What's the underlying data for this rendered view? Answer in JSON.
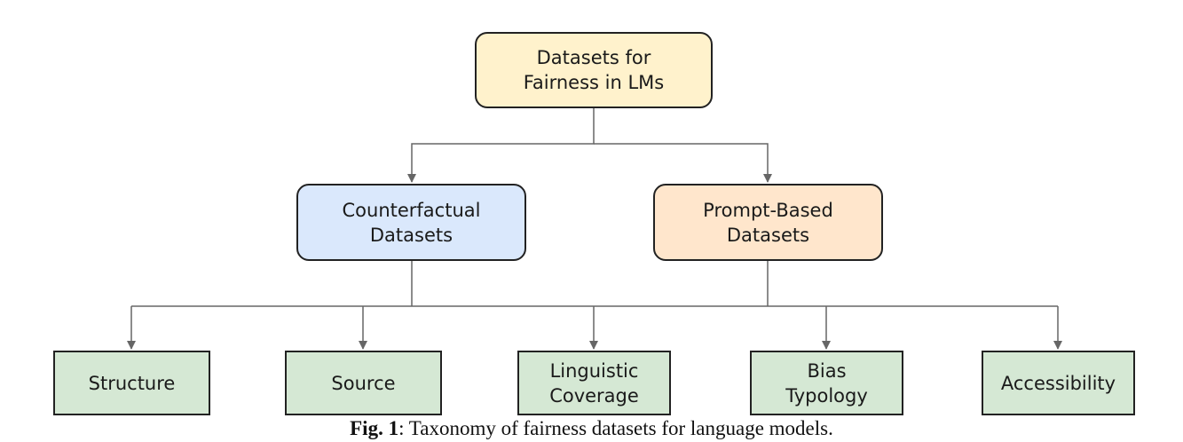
{
  "diagram": {
    "root": {
      "label": "Datasets for\nFairness in LMs",
      "fill": "#fff2cc"
    },
    "branches": [
      {
        "label": "Counterfactual\nDatasets",
        "fill": "#dae8fc"
      },
      {
        "label": "Prompt-Based\nDatasets",
        "fill": "#ffe6cc"
      }
    ],
    "leaves": [
      {
        "label": "Structure"
      },
      {
        "label": "Source"
      },
      {
        "label": "Linguistic\nCoverage"
      },
      {
        "label": "Bias\nTypology"
      },
      {
        "label": "Accessibility"
      }
    ],
    "leaf_fill": "#d5e8d4",
    "edge_color": "#666666",
    "border_color": "#222222"
  },
  "caption": {
    "label": "Fig. 1",
    "text": ": Taxonomy of fairness datasets for language models."
  }
}
